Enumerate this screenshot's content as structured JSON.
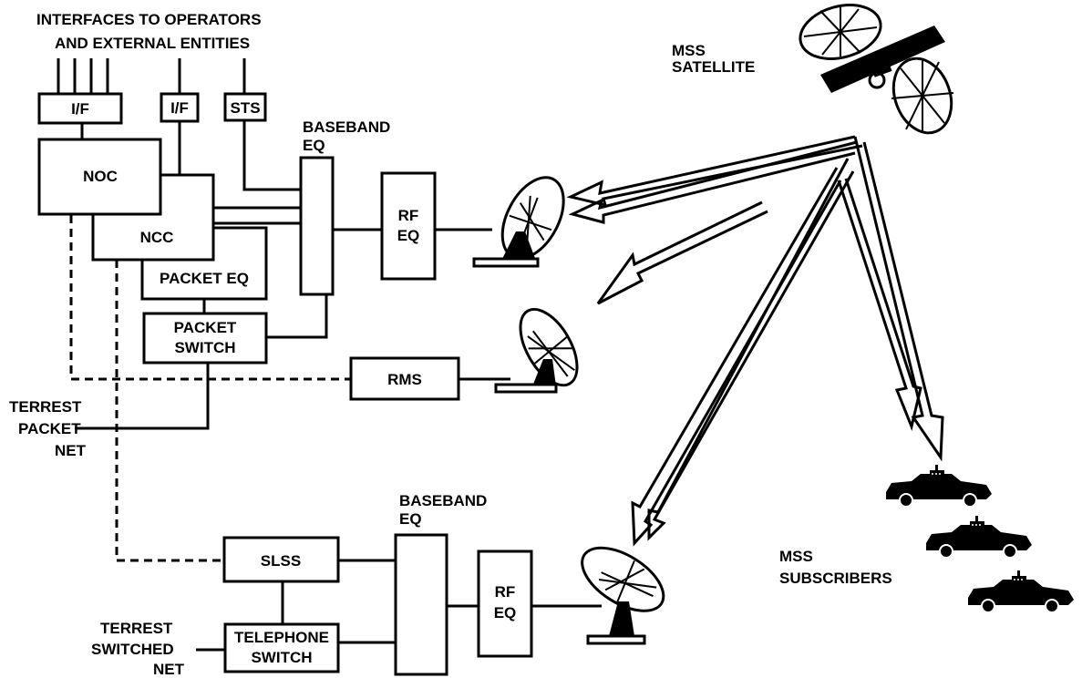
{
  "labels": {
    "interfaces_line1": "INTERFACES TO OPERATORS",
    "interfaces_line2": "AND EXTERNAL ENTITIES",
    "mss_satellite_line1": "MSS",
    "mss_satellite_line2": "SATELLITE",
    "baseband_eq_top_line1": "BASEBAND",
    "baseband_eq_top_line2": "EQ",
    "baseband_eq_bottom_line1": "BASEBAND",
    "baseband_eq_bottom_line2": "EQ",
    "terrest_packet_line1": "TERREST",
    "terrest_packet_line2": "PACKET",
    "terrest_packet_line3": "NET",
    "terrest_switched_line1": "TERREST",
    "terrest_switched_line2": "SWITCHED",
    "terrest_switched_line3": "NET",
    "mss_subscribers_line1": "MSS",
    "mss_subscribers_line2": "SUBSCRIBERS"
  },
  "boxes": {
    "if_1": "I/F",
    "if_2": "I/F",
    "sts": "STS",
    "noc": "NOC",
    "ncc": "NCC",
    "packet_eq": "PACKET EQ",
    "packet_switch_line1": "PACKET",
    "packet_switch_line2": "SWITCH",
    "rf_eq_top_line1": "RF",
    "rf_eq_top_line2": "EQ",
    "rms": "RMS",
    "slss": "SLSS",
    "telephone_switch_line1": "TELEPHONE",
    "telephone_switch_line2": "SWITCH",
    "rf_eq_bottom_line1": "RF",
    "rf_eq_bottom_line2": "EQ"
  },
  "icons": [
    "satellite-icon",
    "antenna-dish-icon",
    "car-icon"
  ]
}
